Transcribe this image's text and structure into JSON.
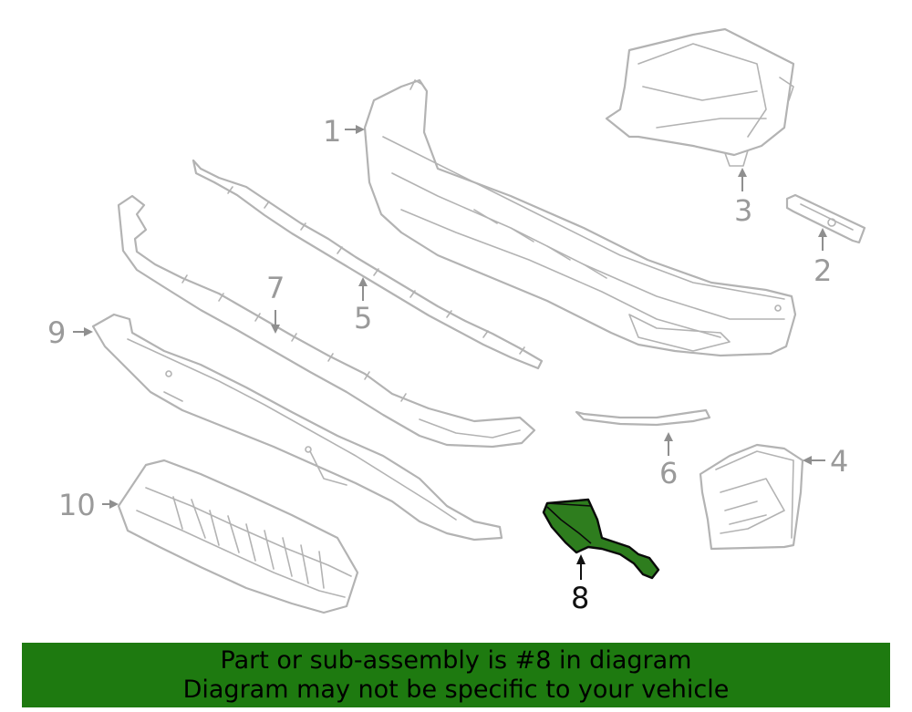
{
  "diagram": {
    "callouts": {
      "c1": "1",
      "c2": "2",
      "c3": "3",
      "c4": "4",
      "c5": "5",
      "c6": "6",
      "c7": "7",
      "c8": "8",
      "c9": "9",
      "c10": "10"
    },
    "highlighted_part": "8",
    "colors": {
      "outline": "#b3b3b3",
      "callout_text": "#9a9a9a",
      "highlight_fill": "#2e7d1e",
      "banner_bg": "#1e7a10"
    }
  },
  "banner": {
    "line1": "Part or sub-assembly is #8 in diagram",
    "line2": "Diagram may not be specific to your vehicle"
  }
}
